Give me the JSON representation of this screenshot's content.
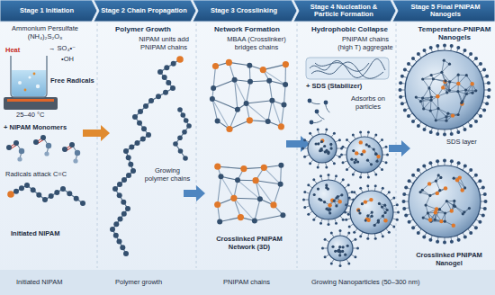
{
  "diagram": {
    "nodes": [
      {
        "text": [
          "Stage 1 Initiation"
        ]
      },
      {
        "text": [
          "Stage 2 Chain Propagation"
        ]
      },
      {
        "text": [
          "Stage 3 Crosslinking"
        ]
      },
      {
        "text": [
          "Stage 4 Nucleation & Particle Formation"
        ]
      },
      {
        "text": [
          "Stage 5 Final PNIPAM Nanogels"
        ]
      }
    ],
    "labels": [
      "Ammonium Persulfate (NH₄)₂S₂O₈",
      "Heat",
      "→ SO₄•⁻",
      "•OH",
      "Free Radicals",
      "25–40 °C",
      "+ NIPAM Monomers",
      "Radicals attack C=C",
      "Initiated NIPAM",
      "Polymer Growth",
      "NIPAM units add PNIPAM chains",
      "Growing polymer chains",
      "Network Formation",
      "MBAA (Crosslinker) bridges chains",
      "Crosslinked PNIPAM Network (3D)",
      "Hydrophobic Collapse",
      "PNIPAM chains (high T) aggregate",
      "+ SDS (Stabilizer)",
      "Adsorbs on particles",
      "Temperature-PNIPAM Nanogels",
      "SDS layer",
      "Crosslinked PNIPAM Nanogel",
      "Initiated NIPAM",
      "Polymer growth",
      "PNIPAM chains",
      "Growing Nanoparticles (50–300 nm)"
    ]
  }
}
